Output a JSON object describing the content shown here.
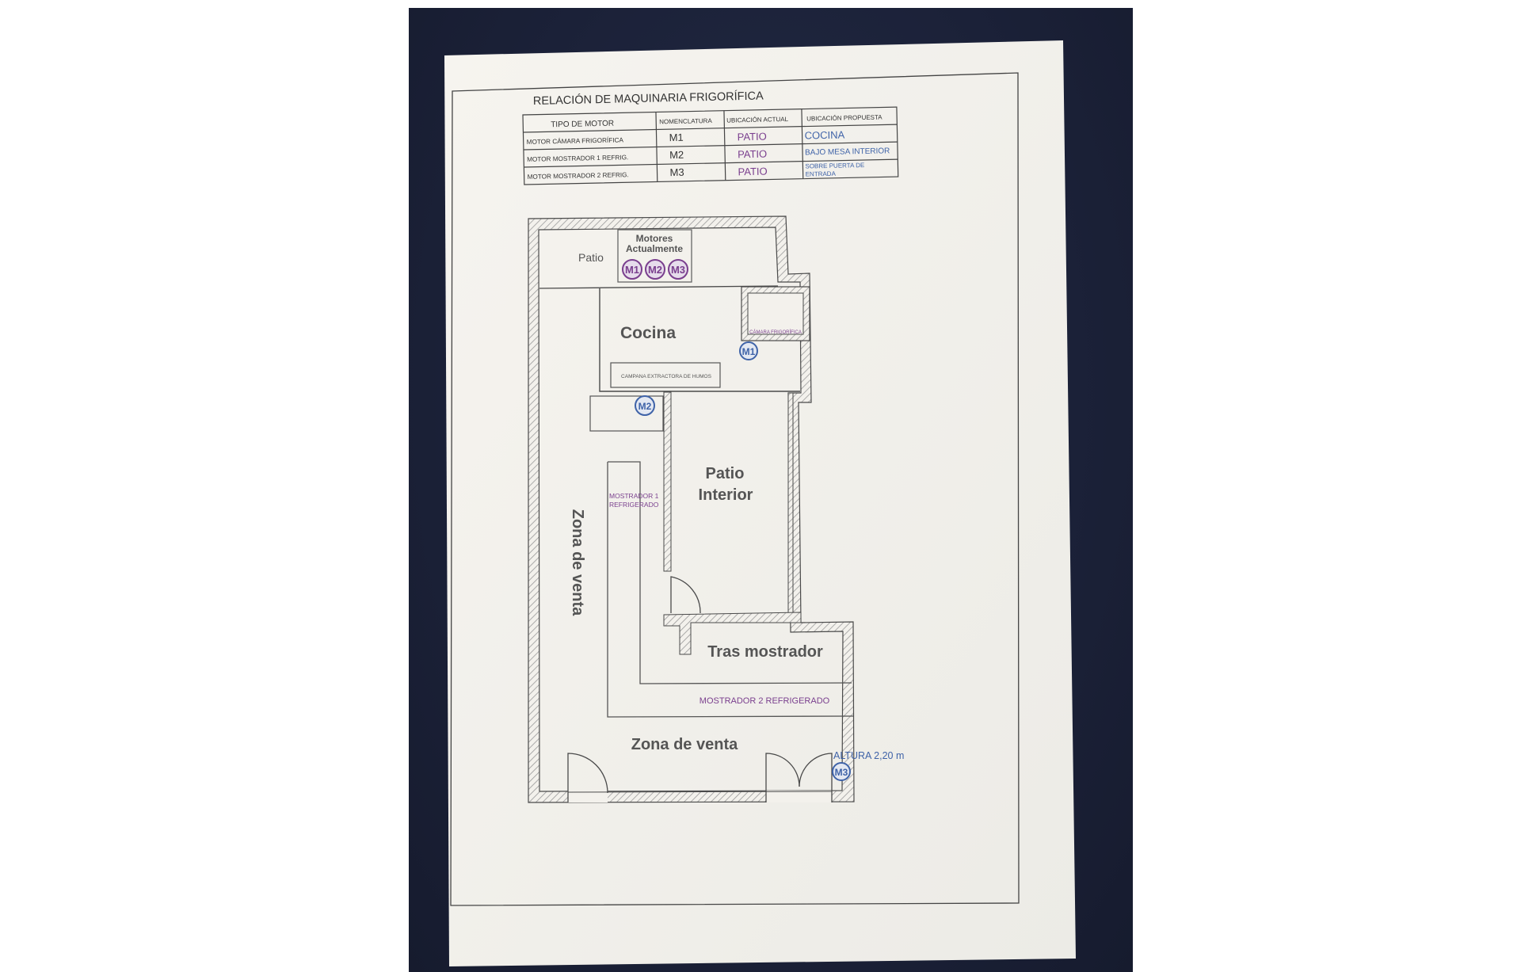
{
  "table": {
    "title": "RELACIÓN DE MAQUINARIA FRIGORÍFICA",
    "headers": [
      "TIPO DE MOTOR",
      "NOMENCLATURA",
      "UBICACIÓN ACTUAL",
      "UBICACIÓN PROPUESTA"
    ],
    "rows": [
      {
        "tipo": "MOTOR CÁMARA FRIGORÍFICA",
        "nom": "M1",
        "actual": "PATIO",
        "propuesta": "COCINA",
        "propuesta2": ""
      },
      {
        "tipo": "MOTOR MOSTRADOR 1 REFRIG.",
        "nom": "M2",
        "actual": "PATIO",
        "propuesta": "BAJO MESA INTERIOR",
        "propuesta2": ""
      },
      {
        "tipo": "MOTOR MOSTRADOR 2 REFRIG.",
        "nom": "M3",
        "actual": "PATIO",
        "propuesta": "SOBRE PUERTA DE",
        "propuesta2": "ENTRADA"
      }
    ]
  },
  "plan": {
    "patio": "Patio",
    "motores_line1": "Motores",
    "motores_line2": "Actualmente",
    "markers_current": [
      "M1",
      "M2",
      "M3"
    ],
    "cocina": "Cocina",
    "camara": "CÁMARA FRIGORÍFICA",
    "campana": "CAMPANA EXTRACTORA DE HUMOS",
    "marker_m1": "M1",
    "marker_m2": "M2",
    "marker_m3": "M3",
    "patio_interior_1": "Patio",
    "patio_interior_2": "Interior",
    "mostrador1_1": "MOSTRADOR 1",
    "mostrador1_2": "REFRIGERADO",
    "zona_venta_vertical": "Zona de venta",
    "tras_mostrador": "Tras mostrador",
    "mostrador2": "MOSTRADOR 2 REFRIGERADO",
    "zona_venta": "Zona de venta",
    "altura": "ALTURA 2,20 m"
  },
  "colors": {
    "background": "#1b2138",
    "paper": "#f3f1ec",
    "ink": "#3a3a3a",
    "purple": "#7a3f8e",
    "blue": "#3f63a8",
    "hatch": "#9a9a9a"
  }
}
